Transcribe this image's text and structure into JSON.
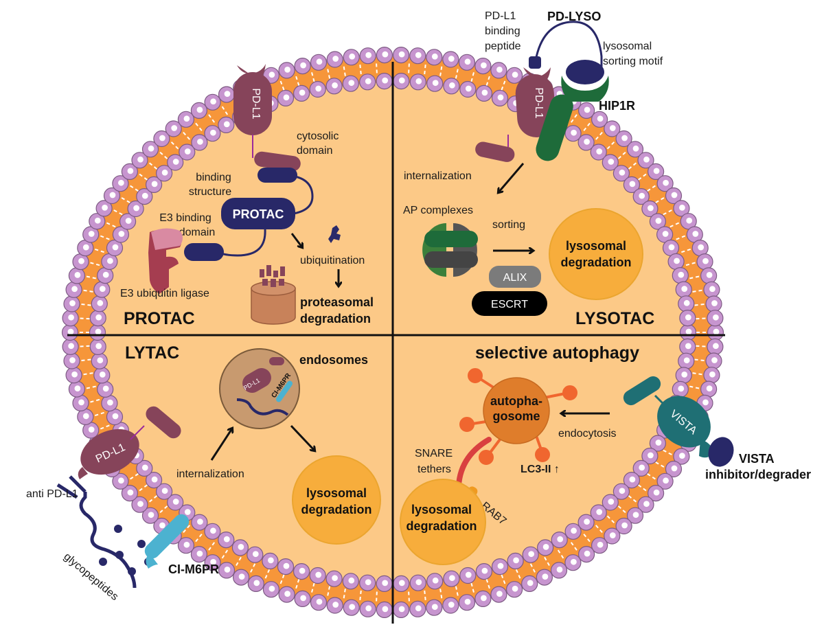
{
  "figure": {
    "colors": {
      "cytoplasm": "#fcc987",
      "membrane_core": "#f6963a",
      "lipid_head": "#c795cf",
      "lipid_stroke": "#7d5a83",
      "pdl1": "#86445a",
      "protac": "#282868",
      "hip1r": "#1e6b3a",
      "lysosome": "#f7ad3c",
      "autophagosome": "#df7d2b",
      "lc3": "#f0662f",
      "vista": "#1f6f74",
      "cim6pr": "#4cb2d0",
      "endosome": "#c89a6f",
      "ap_green": "#2f7a43",
      "ap_grey": "#505050",
      "alix": "#7b7b7b",
      "escrt": "#000000",
      "proteasome": "#c8825a"
    }
  },
  "quadrants": {
    "protac": {
      "title": "PROTAC",
      "pdl1_label": "PD-L1",
      "cytosolic_domain": [
        "cytosolic",
        "domain"
      ],
      "binding_structure": [
        "binding",
        "structure"
      ],
      "protac_label": "PROTAC",
      "e3_binding_domain": [
        "E3 binding",
        "domain"
      ],
      "e3_ligase": "E3 ubiquitin ligase",
      "ubiquitination": "ubiquitination",
      "proteasomal": [
        "proteasomal",
        "degradation"
      ]
    },
    "lysotac": {
      "title": "LYSOTAC",
      "pd_lyso": "PD-LYSO",
      "pdl1_binding_peptide": [
        "PD-L1",
        "binding",
        "peptide"
      ],
      "lysosomal_sorting_motif": [
        "lysosomal",
        "sorting motif"
      ],
      "hip1r": "HIP1R",
      "pdl1_label": "PD-L1",
      "internalization": "internalization",
      "ap_complexes": "AP  complexes",
      "sorting": "sorting",
      "alix": "ALIX",
      "escrt": "ESCRT",
      "lysosomal_degradation": [
        "lysosomal",
        "degradation"
      ]
    },
    "lytac": {
      "title": "LYTAC",
      "endosomes": "endosomes",
      "endosome_pdl1": "PD-L1",
      "endosome_cim6pr": "CI-M6PR",
      "pdl1_label": "PD-L1",
      "anti_pdl1": "anti PD-L1",
      "glycopeptides": "glycopeptides",
      "cim6pr": "CI-M6PR",
      "internalization": "internalization",
      "lysosomal_degradation": [
        "lysosomal",
        "degradation"
      ]
    },
    "autophagy": {
      "title": "selective autophagy",
      "autophagosome": [
        "autopha-",
        "gosome"
      ],
      "endocytosis": "endocytosis",
      "snare": [
        "SNARE",
        "tethers"
      ],
      "rab7": "RAB7",
      "lc3": "LC3-II ↑",
      "vista_label": "VISTA",
      "vista_inhibitor": [
        "VISTA",
        "inhibitor/degrader"
      ],
      "lysosomal_degradation": [
        "lysosomal",
        "degradation"
      ]
    }
  }
}
